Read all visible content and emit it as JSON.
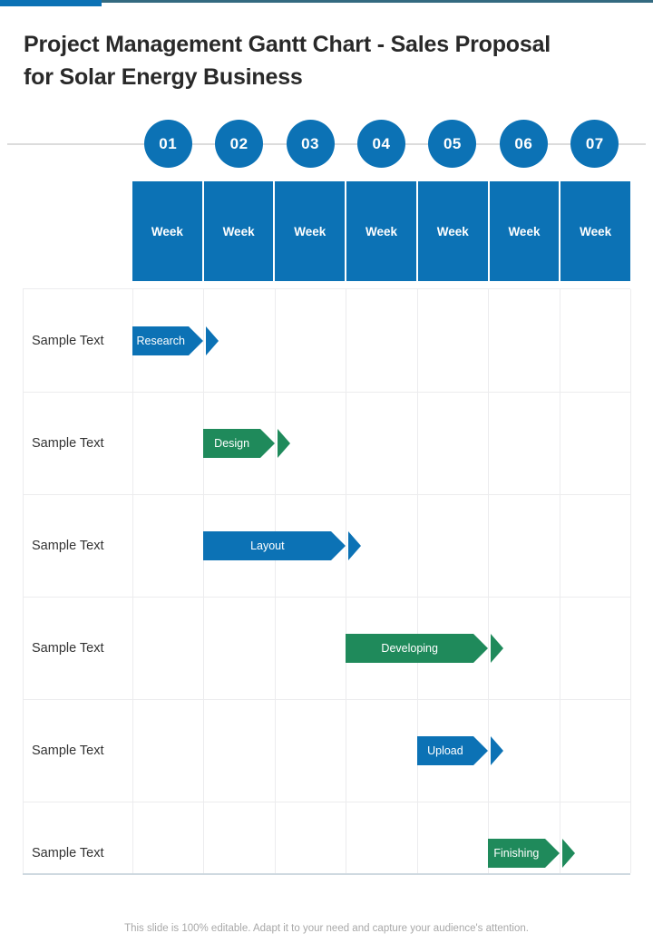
{
  "title": "Project Management Gantt Chart - Sales Proposal for Solar Energy Business",
  "colors": {
    "blue": "#0c72b5",
    "green": "#1f8a5b",
    "top_rule": "#336a80",
    "grid_line": "#ececee",
    "text": "#333333",
    "footer_text": "#a8a8a8"
  },
  "steps": [
    {
      "label": "01"
    },
    {
      "label": "02"
    },
    {
      "label": "03"
    },
    {
      "label": "04"
    },
    {
      "label": "05"
    },
    {
      "label": "06"
    },
    {
      "label": "07"
    }
  ],
  "week_headers": [
    {
      "label": "Week"
    },
    {
      "label": "Week"
    },
    {
      "label": "Week"
    },
    {
      "label": "Week"
    },
    {
      "label": "Week"
    },
    {
      "label": "Week"
    },
    {
      "label": "Week"
    }
  ],
  "rows": [
    {
      "row_label": "Sample Text",
      "task": "Research",
      "color": "#0c72b5"
    },
    {
      "row_label": "Sample Text",
      "task": "Design",
      "color": "#1f8a5b"
    },
    {
      "row_label": "Sample Text",
      "task": "Layout",
      "color": "#0c72b5"
    },
    {
      "row_label": "Sample Text",
      "task": "Developing",
      "color": "#1f8a5b"
    },
    {
      "row_label": "Sample Text",
      "task": "Upload",
      "color": "#0c72b5"
    },
    {
      "row_label": "Sample Text",
      "task": "Finishing",
      "color": "#1f8a5b"
    }
  ],
  "footer": {
    "note": "This slide is 100% editable. Adapt it to your need and capture your audience's attention."
  },
  "chart_data": {
    "type": "bar",
    "title": "Project Management Gantt Chart - Sales Proposal for Solar Energy Business",
    "xlabel": "",
    "ylabel": "",
    "orientation": "horizontal",
    "grid": true,
    "legend": false,
    "x_categories": [
      "Week",
      "Week",
      "Week",
      "Week",
      "Week",
      "Week",
      "Week"
    ],
    "x_step_labels": [
      "01",
      "02",
      "03",
      "04",
      "05",
      "06",
      "07"
    ],
    "xlim": [
      1,
      8
    ],
    "categories": [
      "Sample Text",
      "Sample Text",
      "Sample Text",
      "Sample Text",
      "Sample Text",
      "Sample Text"
    ],
    "series": [
      {
        "name": "Research",
        "start_week": 1,
        "end_week": 2,
        "duration_weeks": 1,
        "color": "#0c72b5"
      },
      {
        "name": "Design",
        "start_week": 2,
        "end_week": 3,
        "duration_weeks": 1,
        "color": "#1f8a5b"
      },
      {
        "name": "Layout",
        "start_week": 2,
        "end_week": 4,
        "duration_weeks": 2,
        "color": "#0c72b5"
      },
      {
        "name": "Developing",
        "start_week": 4,
        "end_week": 6,
        "duration_weeks": 2,
        "color": "#1f8a5b"
      },
      {
        "name": "Upload",
        "start_week": 5,
        "end_week": 6,
        "duration_weeks": 1,
        "color": "#0c72b5"
      },
      {
        "name": "Finishing",
        "start_week": 6,
        "end_week": 7,
        "duration_weeks": 1,
        "color": "#1f8a5b"
      }
    ]
  }
}
